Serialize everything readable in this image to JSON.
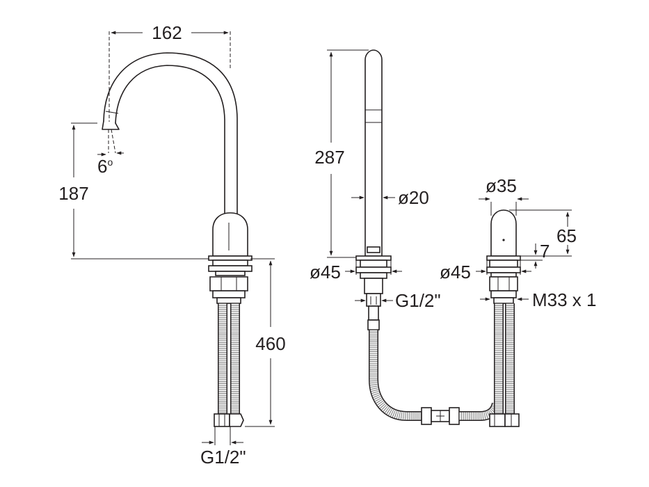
{
  "dimensions": {
    "spout_reach": "162",
    "spout_angle": "6",
    "spout_angle_unit": "o",
    "spout_height": "187",
    "tap_height_below_deck": "460",
    "left_thread": "G",
    "left_thread_frac": "1/2\"",
    "spout_body_height": "287",
    "spout_diameter": "ø20",
    "spout_base_diameter": "ø45",
    "center_thread": "G",
    "center_thread_frac": "1/2\"",
    "handle_diameter": "ø35",
    "handle_height": "65",
    "handle_gap": "7",
    "handle_base_diameter": "ø45",
    "handle_thread": "M33 x 1"
  },
  "colors": {
    "line": "#231f20",
    "background": "#ffffff",
    "hose_weave": "#8a8a8a"
  }
}
